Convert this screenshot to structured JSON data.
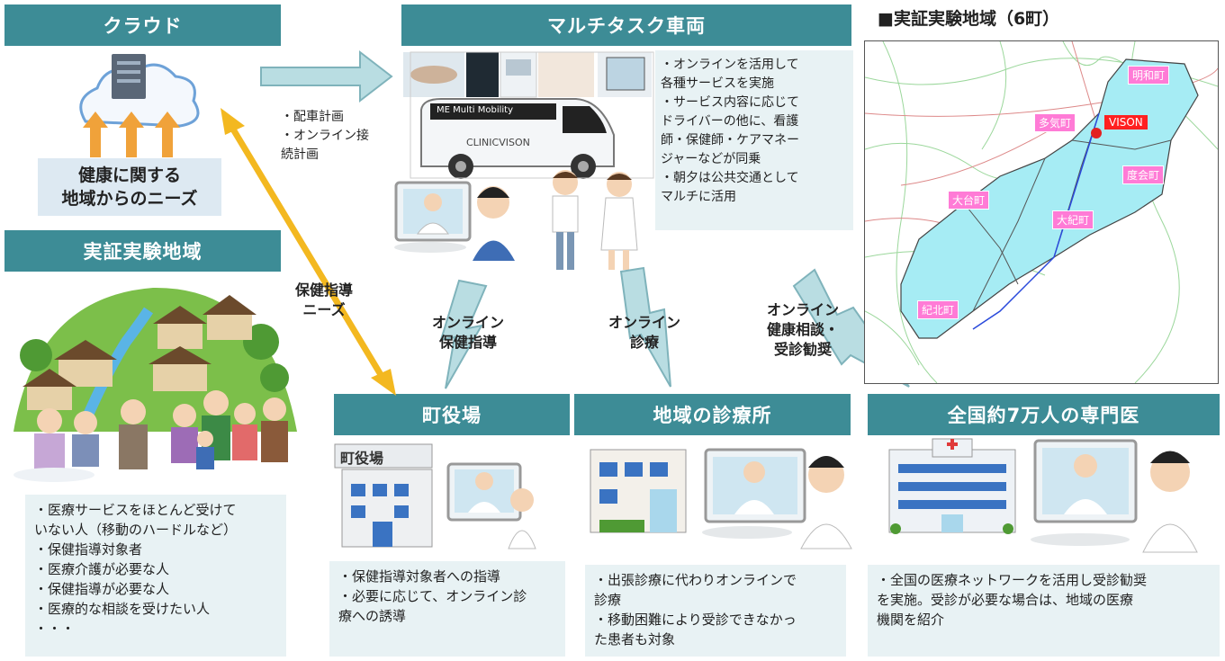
{
  "headers": {
    "cloud": "クラウド",
    "vehicle": "マルチタスク車両",
    "region": "実証実験地域",
    "townhall": "町役場",
    "clinic": "地域の診療所",
    "specialist": "全国約7万人の専門医"
  },
  "needs_box": [
    "健康に関する",
    "地域からのニーズ"
  ],
  "dispatch": [
    "・配車計画",
    "・オンライン接",
    "続計画"
  ],
  "vehicle_banner": "ME Multi Mobility",
  "vehicle_side": "CLINICVISON",
  "vehicle_desc": [
    "・オンラインを活用して",
    "各種サービスを実施",
    "・サービス内容に応じて",
    "ドライバーの他に、看護",
    "師・保健師・ケアマネー",
    "ジャーなどが同乗",
    "・朝夕は公共交通として",
    "マルチに活用"
  ],
  "map_title": "■実証実験地域（6町）",
  "map_towns": {
    "t1": "明和町",
    "t2": "多気町",
    "t3": "度会町",
    "t4": "大台町",
    "t5": "大紀町",
    "t6": "紀北町"
  },
  "map_marker": "VISON",
  "arrows": {
    "needs": [
      "保健指導",
      "ニーズ"
    ],
    "health_guidance": [
      "オンライン",
      "保健指導"
    ],
    "medical": [
      "オンライン",
      "診療"
    ],
    "consult": [
      "オンライン",
      "健康相談・",
      "受診勧奨"
    ]
  },
  "townhall_sign": "町役場",
  "region_list": [
    "・医療サービスをほとんど受けて",
    "いない人（移動のハードルなど）",
    "・保健指導対象者",
    "・医療介護が必要な人",
    "・保健指導が必要な人",
    "・医療的な相談を受けたい人",
    "・・・"
  ],
  "townhall_desc": [
    "・保健指導対象者への指導",
    "・必要に応じて、オンライン診",
    "療への誘導"
  ],
  "clinic_desc": [
    "・出張診療に代わりオンラインで",
    "診療",
    "・移動困難により受診できなかっ",
    "た患者も対象"
  ],
  "specialist_desc": [
    "・全国の医療ネットワークを活用し受診勧奨",
    "を実施。受診が必要な場合は、地域の医療",
    "機関を紹介"
  ],
  "colors": {
    "header": "#3d8c96",
    "box": "#e8f2f4",
    "arrow_yellow": "#f3b820",
    "arrow_teal": "#b9dde2",
    "map_area": "#a6ecf4",
    "town_label": "#ff7bd6"
  }
}
